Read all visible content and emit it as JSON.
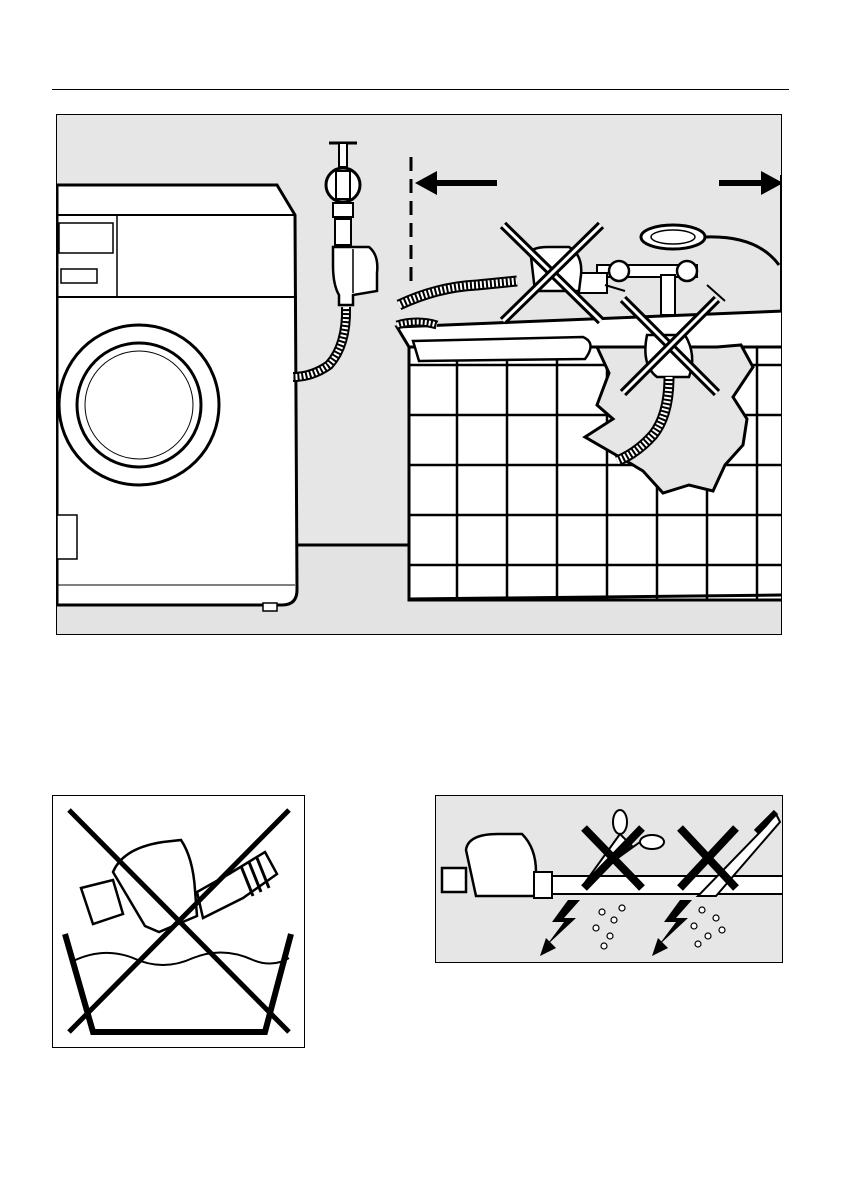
{
  "page": {
    "background": "#ffffff",
    "ink": "#000000",
    "panel_fill": "#e6e6e6"
  },
  "illustrations": [
    {
      "name": "main-installation-scene",
      "icons": [
        "washing-machine-icon",
        "water-tap-icon",
        "waterproof-valve-icon",
        "bathtub-icon",
        "mixer-tap-icon",
        "prohibited-cross-icon",
        "distance-arrow-icon"
      ]
    },
    {
      "name": "do-not-immerse-scene",
      "icons": [
        "waterproof-valve-icon",
        "basin-icon",
        "prohibited-cross-icon"
      ]
    },
    {
      "name": "do-not-cut-hose-scene",
      "icons": [
        "waterproof-valve-icon",
        "scissors-icon",
        "knife-icon",
        "electric-shock-icon",
        "prohibited-cross-icon"
      ]
    }
  ]
}
